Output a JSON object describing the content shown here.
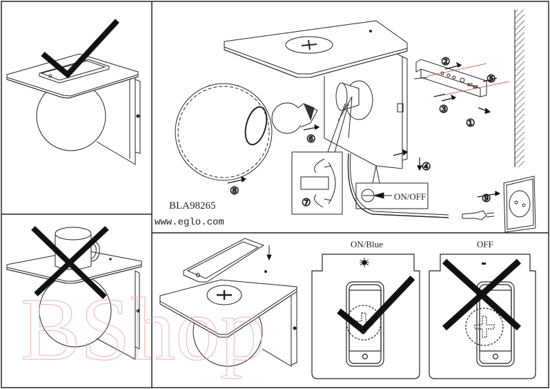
{
  "document": {
    "type": "assembly-instructions",
    "model": "BLA98265",
    "website": "www.eglo.com",
    "watermark": "BShop"
  },
  "panels": {
    "usage_ok": {
      "mark": "check",
      "subject": "phone on shelf"
    },
    "usage_not_ok": {
      "mark": "cross",
      "subject": "mug on shelf"
    },
    "assembly": {
      "steps": [
        {
          "number": "①",
          "action": "attach bracket to wall"
        },
        {
          "number": "②",
          "action": "insert screw"
        },
        {
          "number": "③",
          "action": "tighten screw"
        },
        {
          "number": "④",
          "action": "hang lamp on bracket"
        },
        {
          "number": "⑤",
          "action": "fix side screw"
        },
        {
          "number": "⑥",
          "action": "screw in bulb"
        },
        {
          "number": "⑦",
          "action": "rotate arm"
        },
        {
          "number": "⑧",
          "action": "attach glass globe"
        },
        {
          "number": "⑨",
          "action": "plug into socket"
        }
      ],
      "switch_label": "ON/OFF"
    },
    "charging": {
      "states": [
        {
          "label": "ON/Blue",
          "mark": "check",
          "indicator": "lit"
        },
        {
          "label": "OFF",
          "mark": "cross",
          "indicator": "off"
        }
      ]
    }
  }
}
